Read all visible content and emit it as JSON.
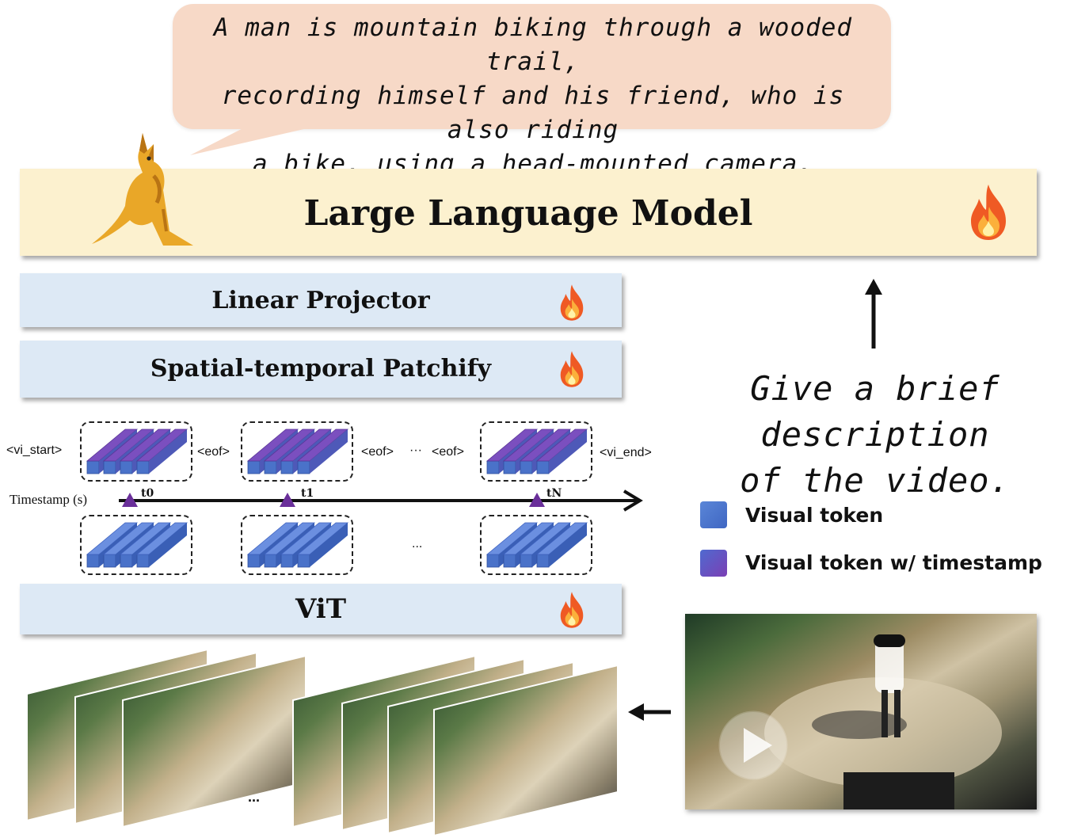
{
  "caption": "A man is mountain biking through a wooded trail, recording himself and his friend, who is also riding a bike, using a head-mounted camera.",
  "caption_lines": [
    "A man is mountain biking through a wooded trail,",
    "recording himself and his friend, who is also riding",
    "a bike, using a head-mounted camera."
  ],
  "llm": {
    "title": "Large Language Model"
  },
  "projector": {
    "title": "Linear Projector"
  },
  "patchify": {
    "title": "Spatial-temporal Patchify"
  },
  "vit": {
    "title": "ViT"
  },
  "prompt": {
    "lines": [
      "Give a brief description",
      "of the video."
    ]
  },
  "tokens": {
    "vi_start": "<vi_start>",
    "vi_end": "<vi_end>",
    "eof": "<eof>",
    "ellipsis": "···",
    "ellipsis_lower": "...",
    "timestamp_label": "Timestamp (s)",
    "timestamps": [
      "t0",
      "t1",
      "tN"
    ]
  },
  "legend": [
    {
      "label": "Visual token",
      "color": "#4a72c9"
    },
    {
      "label": "Visual token w/ timestamp",
      "color": "#6a4ab8"
    }
  ],
  "frames": {
    "ellipsis": "..."
  },
  "colors": {
    "llm_bar": "#fcf1cf",
    "module_bar": "#dde9f5",
    "bubble": "#f7d9c7",
    "token_blue": "#4a72c9",
    "token_purple": "#7b4fbf",
    "marker": "#6a2f9a"
  }
}
